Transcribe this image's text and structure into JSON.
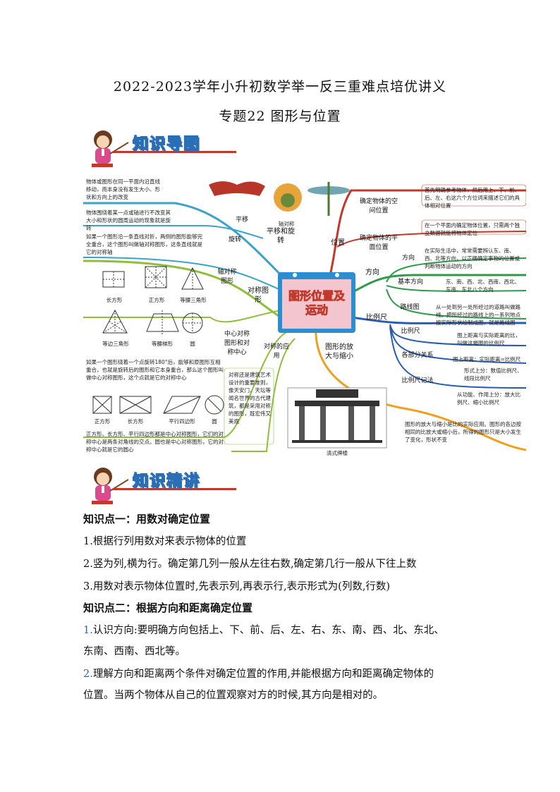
{
  "header": {
    "title": "2022-2023学年小升初数学举一反三重难点培优讲义",
    "subtitle": "专题22 图形与位置"
  },
  "banners": {
    "map": "知识导图",
    "explain": "知识精讲"
  },
  "mindmap": {
    "center": "图形位置及运动",
    "branches": {
      "translate_rotate": "平移和旋转",
      "position": "位置",
      "direction": "方向",
      "scale": "比例尺",
      "enlarge": "图形的放大与缩小",
      "symmetry": "对称图形"
    },
    "sub": {
      "translate": "平移",
      "rotate": "旋转",
      "axis": "轴对称图形",
      "center_sym": "中心对称图形和对称中心",
      "sym_apply": "对称的应用",
      "space_pos": "确定物体的空间位置",
      "plane_pos": "确定物体的平面位置",
      "direction_dir": "方向",
      "basic_dir": "基本方向",
      "route": "路线图",
      "scale_s": "比例尺",
      "parts": "各部分关系",
      "notation": "比例尺记法"
    },
    "notes": {
      "translate_note": "物体或图形在同一平面内沿直线移动，而本身没有发生大小、形状和方向上的改变",
      "rotate_note": "物体围绕着某一点或轴进行不改变其大小和形状的圆周运动的现象就是旋转",
      "axis_note": "如果一个图形沿一条直线对折，两侧的图形能够完全重合，这个图形叫做轴对称图形，这条直线就是它的对称轴",
      "space_note": "首先明确参考物体，然后用上、下、前、后、左、右这六个方位词来描述它们的具体相对位置",
      "plane_note": "在一个平面内确定物体位置，只需两个独立数据就能将物体定位",
      "dir_note": "在实际生活中，常常需要辨认东、南、西、北等方向，以正确确定事物的位置或判断物体运动的方向",
      "basic_note": "东、南、西、北、西南、西北、东南、东北八个方向",
      "route_note": "从一处到另一处所经过的道路叫做路线。把所经过的路线上的一系列地点按实际形状绘制成图，就是路线图",
      "scale_note": "图上距离与实际距离的比，叫做这幅图的比例尺",
      "parts_note": "图上距离：实际距离=比例尺",
      "form_note": "形式上分：数值比例尺、线段比例尺",
      "func_note": "从功能、作用上分：放大比例尺、缩小比例尺",
      "enlarge_note": "图形的放大与缩小是比的实际应用。图形的各边按相同的比放大或缩小后，所得的图形只是大小发生了变化，形状不变",
      "center_note": "如果一个图形绕着一个点旋转180°后，能够和原图形互相重合，也就是旋转后的图形和它本身重合，那么这个图形叫做中心对称图形，这个点就是它的对称中心",
      "center_note2": "正方形、长方形、平行四边形都是中心对称图形，它们的对称中心是两条对角线的交点。圆也是中心对称图形，它的对称中心就是它的圆心",
      "apply_note": "对称还是建筑艺术设计的重要准则，像天安门、天坛等闻名世界的古代建筑，都是采用对称的图形，既宏伟又美观",
      "axisfig": "轴对称",
      "gate": "清式牌楼"
    },
    "shapes": {
      "rect": "长方形",
      "square": "正方形",
      "iso_tri": "等腰三角形",
      "equi_tri": "等边三角形",
      "iso_trap": "等腰梯形",
      "circle": "圆",
      "square2": "正方形",
      "rect2": "长方形",
      "para": "平行四边形",
      "circle2": "圆"
    }
  },
  "content": {
    "kp1_title": "知识点一：用数对确定位置",
    "kp1_l1": "1.根据行列用数对来表示物体的位置",
    "kp1_l2": "2.竖为列,横为行。确定第几列一般从左往右数,确定第几行一般从下往上数",
    "kp1_l3": "3.用数对表示物体位置时,先表示列,再表示行,表示形式为(列数,行数)",
    "kp2_title": "知识点二：根据方向和距离确定位置",
    "kp2_l1_num": "1.",
    "kp2_l1": "认识方向:要明确方向包括上、下、前、后、左、右、东、南、西、北、东北、",
    "kp2_l1b": "东南、西南、西北等。",
    "kp2_l2_num": "2.",
    "kp2_l2": "理解方向和距离两个条件对确定位置的作用,并能根据方向和距离确定物体的",
    "kp2_l2b": "位置。当两个物体从自己的位置观察对方的时候,其方向是相对的。"
  }
}
